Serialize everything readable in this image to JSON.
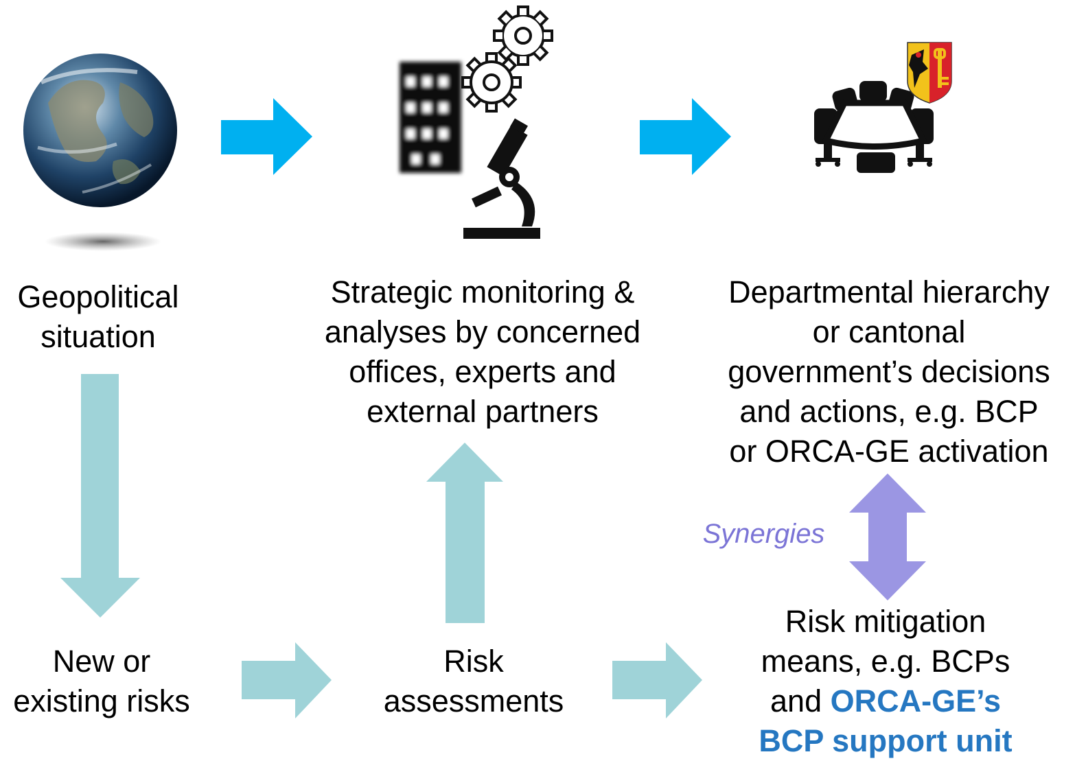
{
  "nodes": {
    "geopolitical": {
      "lines": [
        "Geopolitical",
        "situation"
      ]
    },
    "monitoring": {
      "lines": [
        "Strategic monitoring &",
        "analyses by concerned",
        "offices, experts and",
        "external partners"
      ]
    },
    "decisions": {
      "lines": [
        "Departmental hierarchy",
        "or cantonal",
        "government’s decisions",
        "and actions, e.g. BCP",
        "or ORCA-GE activation"
      ]
    },
    "new_risks": {
      "lines": [
        "New or",
        "existing risks"
      ]
    },
    "assessments": {
      "lines": [
        "Risk",
        "assessments"
      ]
    },
    "mitigation": {
      "lines": [
        "Risk mitigation",
        "means, e.g. BCPs"
      ],
      "line3_prefix": "and ",
      "line3_emph": "ORCA-GE’s",
      "line4_emph": "BCP support unit"
    }
  },
  "connectors": {
    "synergies_label": "Synergies"
  },
  "icons": {
    "globe": "earth-globe-icon",
    "research": "research-building-gears-microscope-icon",
    "council": "council-table-icon",
    "coat_of_arms": "geneva-coat-of-arms-icon"
  },
  "colors": {
    "top_arrow": "#00b0f0",
    "flow_arrow": "#9fd3d8",
    "synergy_arrow": "#9b96e3",
    "synergy_text": "#7b74d6",
    "emphasis_text": "#2577c1"
  }
}
